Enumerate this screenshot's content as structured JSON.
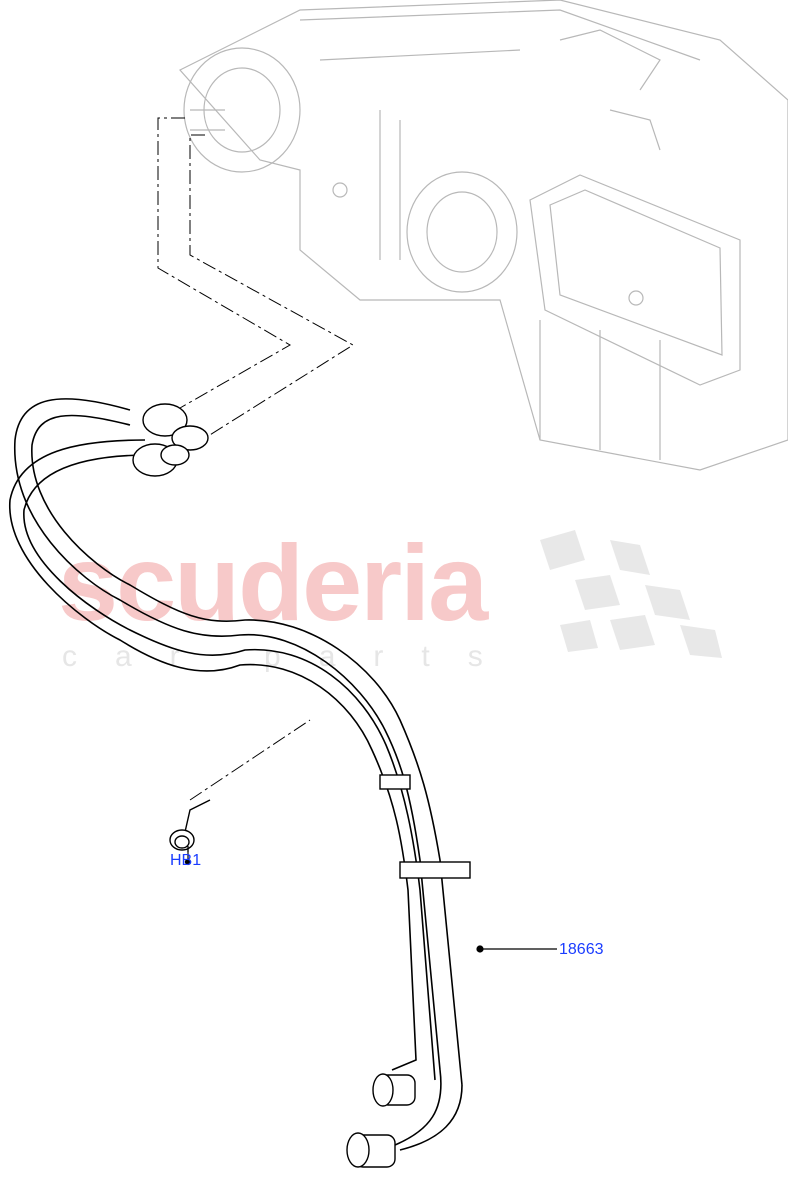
{
  "diagram": {
    "callouts": [
      {
        "id": "HB1",
        "label": "HB1"
      },
      {
        "id": "18663",
        "label": "18663"
      }
    ],
    "watermark": {
      "brand": "scuderia",
      "tagline": "car parts"
    },
    "colors": {
      "callout": "#1a3cff",
      "line": "#000000",
      "watermark": "#f7c9c9"
    }
  }
}
